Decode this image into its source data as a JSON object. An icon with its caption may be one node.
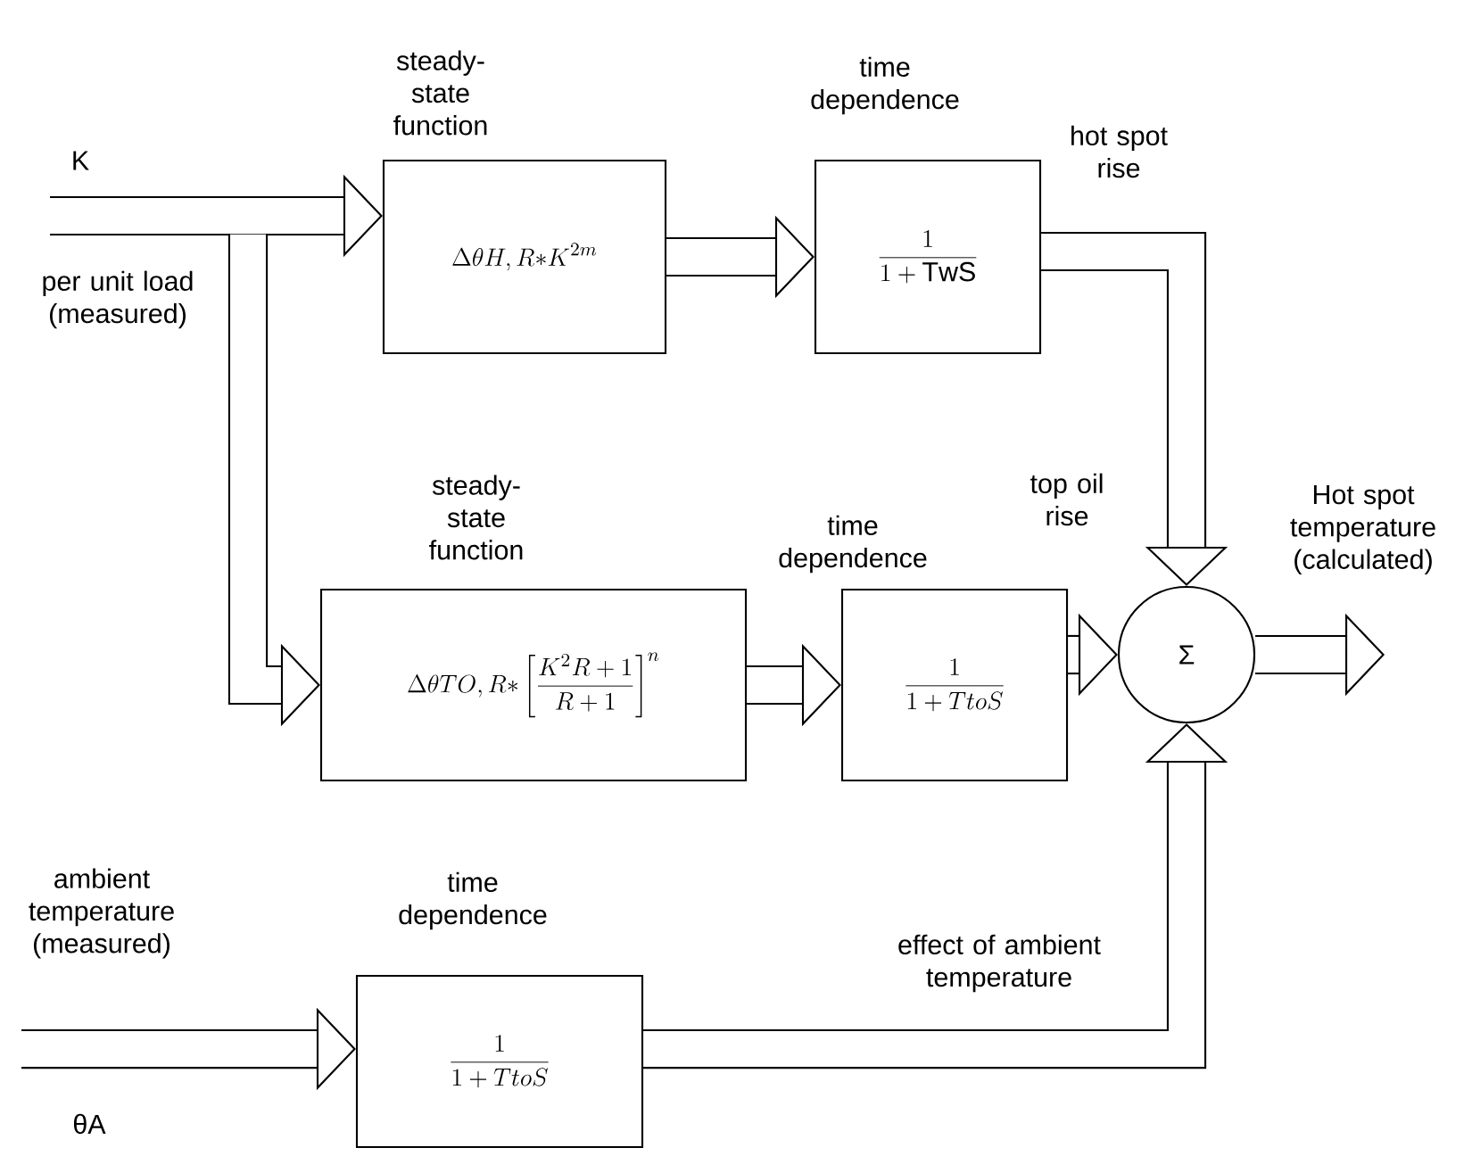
{
  "diagram": {
    "nodes": [
      {
        "text": [
          "steady- state function",
          "\\Delta\\theta H,R{*}K^{2m}"
        ]
      },
      {
        "text": [
          "time dependence",
          "\\frac{1}{1+\\mathrm{TwS}}"
        ]
      },
      {
        "text": [
          "steady- state function",
          "\\Delta\\theta TO,R{*}\\left[\\frac{K^{2}R+1}{R+1}\\right]^{n}"
        ]
      },
      {
        "text": [
          "time dependence",
          "\\frac{1}{1+TtoS}"
        ]
      },
      {
        "text": [
          "Σ"
        ]
      },
      {
        "text": [
          "time dependence",
          "\\frac{1}{1+TtoS}"
        ]
      }
    ],
    "edges": [
      {
        "from": null,
        "to": 0,
        "arrow": "to"
      },
      {
        "from": null,
        "to": 2,
        "arrow": "to"
      },
      {
        "from": 0,
        "to": 1,
        "arrow": "to"
      },
      {
        "from": 2,
        "to": 3,
        "arrow": "to"
      },
      {
        "from": 1,
        "to": 4,
        "arrow": "to",
        "label": "hot spot rise"
      },
      {
        "from": 3,
        "to": 4,
        "arrow": "to",
        "label": "top oil rise"
      },
      {
        "from": 5,
        "to": 4,
        "arrow": "to",
        "label": "effect of ambient temperature"
      },
      {
        "from": 4,
        "to": null,
        "arrow": "to",
        "label": "Hot spot temperature (calculated)"
      },
      {
        "from": null,
        "to": 5,
        "arrow": "to"
      }
    ],
    "labels": [
      "K",
      "per unit load (measured)",
      "ambient temperature (measured)",
      "θA"
    ]
  }
}
